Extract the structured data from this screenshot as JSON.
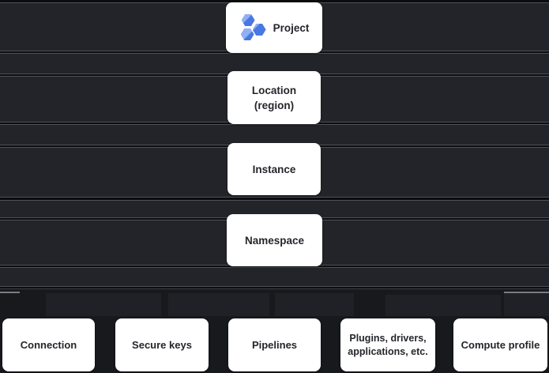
{
  "colors": {
    "page_bg": "#0B0C0E",
    "band_fill": "#222429",
    "band_border": "#4E5158",
    "bottom_band_fill": "#17191D",
    "bottom_band_border": "#3C3F45",
    "subrect_fill": "#1F2126",
    "chip_bg": "#FFFFFF",
    "text": "#24262B",
    "hex_light": "#8FB0F4",
    "hex_dark": "#4A78E2"
  },
  "hierarchy": {
    "levels": [
      {
        "id": "project",
        "label": "Project"
      },
      {
        "id": "location",
        "label": "Location\n(region)"
      },
      {
        "id": "instance",
        "label": "Instance"
      },
      {
        "id": "namespace",
        "label": "Namespace"
      }
    ],
    "namespace_children": [
      {
        "id": "connection",
        "label": "Connection"
      },
      {
        "id": "secure-keys",
        "label": "Secure keys"
      },
      {
        "id": "pipelines",
        "label": "Pipelines"
      },
      {
        "id": "plugins",
        "label": "Plugins, drivers,\napplications, etc."
      },
      {
        "id": "compute-profile",
        "label": "Compute profile"
      }
    ]
  },
  "icons": {
    "project_icon": "hexagon-cluster"
  }
}
